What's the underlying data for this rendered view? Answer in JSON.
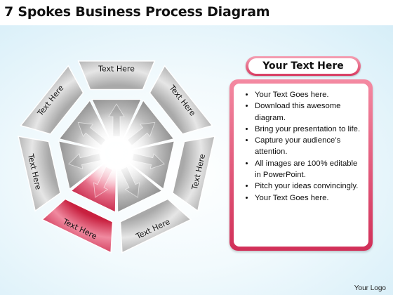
{
  "title": "7 Spokes Business Process Diagram",
  "diagram": {
    "segments": [
      {
        "label": "Text Here",
        "highlighted": false
      },
      {
        "label": "Text Here",
        "highlighted": false
      },
      {
        "label": "Text Here",
        "highlighted": false
      },
      {
        "label": "Text Here",
        "highlighted": false
      },
      {
        "label": "Text Here",
        "highlighted": true
      },
      {
        "label": "Text Here",
        "highlighted": false
      },
      {
        "label": "Text Here",
        "highlighted": false
      }
    ],
    "colors": {
      "segment": "#d0d0d0",
      "segment_highlight": "#d8405f",
      "hub": "#b9b9b9",
      "hub_highlight": "#e8607d"
    }
  },
  "panel": {
    "header": "Your Text Here",
    "bullets": [
      "Your Text Goes here.",
      "Download this awesome diagram.",
      "Bring your presentation to life.",
      "Capture your audience’s attention.",
      "All images are 100% editable in PowerPoint.",
      "Pitch your ideas convincingly.",
      "Your Text Goes here."
    ],
    "accent_color": "#d83a60"
  },
  "footer": {
    "logo": "Your Logo"
  }
}
